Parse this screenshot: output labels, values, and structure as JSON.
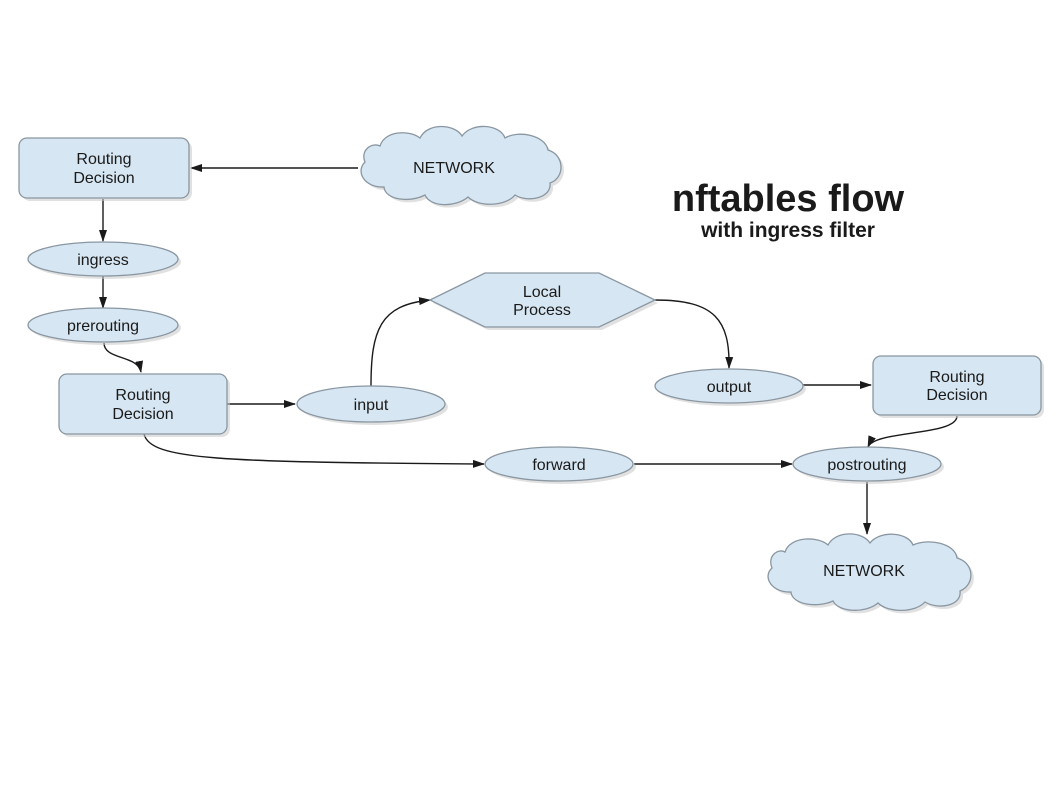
{
  "title": "nftables flow",
  "subtitle": "with ingress filter",
  "colors": {
    "node_fill": "#d6e6f2",
    "node_stroke": "#8a97a2",
    "edge": "#1a1a1a"
  },
  "nodes": {
    "network_in": {
      "label": "NETWORK"
    },
    "routing_decision_1": {
      "line1": "Routing",
      "line2": "Decision"
    },
    "ingress": {
      "label": "ingress"
    },
    "prerouting": {
      "label": "prerouting"
    },
    "routing_decision_2": {
      "line1": "Routing",
      "line2": "Decision"
    },
    "input": {
      "label": "input"
    },
    "local_process": {
      "line1": "Local",
      "line2": "Process"
    },
    "output": {
      "label": "output"
    },
    "routing_decision_3": {
      "line1": "Routing",
      "line2": "Decision"
    },
    "forward": {
      "label": "forward"
    },
    "postrouting": {
      "label": "postrouting"
    },
    "network_out": {
      "label": "NETWORK"
    }
  }
}
